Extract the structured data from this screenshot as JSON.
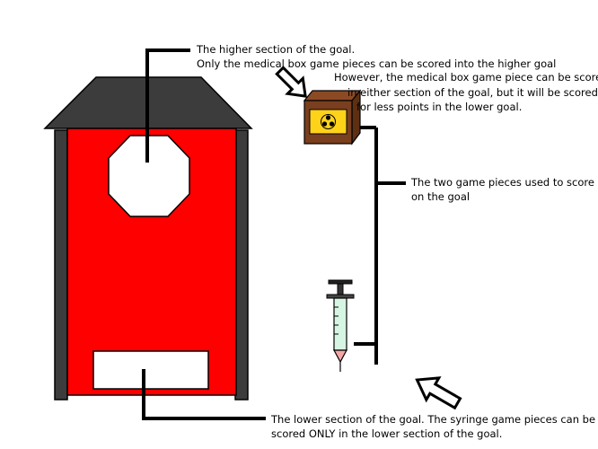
{
  "annotations": {
    "higher_section_title": "The higher section of the goal.",
    "higher_section_only": "Only the medical box game pieces can be scored into the higher goal",
    "medical_box_line1": "However, the medical box game piece can be scored",
    "medical_box_line2": "in either section of the goal, but it will be scored",
    "medical_box_line3": "for less points in the lower goal.",
    "game_pieces_line1": "The two game pieces used to score",
    "game_pieces_line2": "on the  goal",
    "lower_section_line1": "The lower section of the goal. The syringe game pieces can be",
    "lower_section_line2": "scored ONLY in the lower section of the goal."
  },
  "colors": {
    "goal_body": "#ff0000",
    "goal_frame": "#3c3c3c",
    "medical_box_wood": "#7a3f1e",
    "medical_box_panel": "#ffd21a",
    "syringe_fluid": "#d6f5e3",
    "syringe_tip": "#f4a6a6"
  },
  "icons": {
    "medical_box": "biohazard-crate-icon",
    "syringe": "syringe-icon",
    "pointer_arrow": "outline-arrow-icon"
  }
}
